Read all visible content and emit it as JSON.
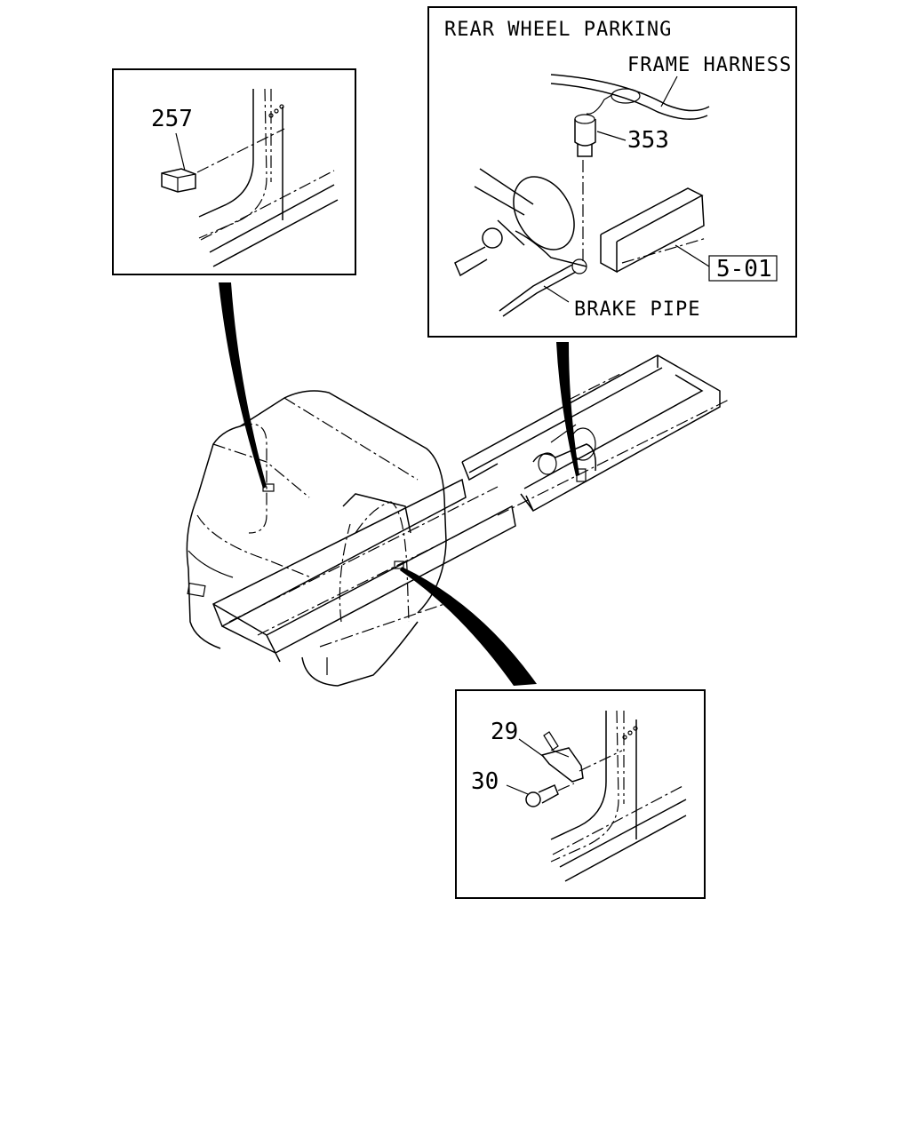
{
  "labels": {
    "rear_wheel_parking": "REAR WHEEL PARKING",
    "frame_harness": "FRAME HARNESS",
    "brake_pipe": "BRAKE PIPE",
    "ref_5_01": "5-01"
  },
  "part_numbers": {
    "p257": "257",
    "p353": "353",
    "p29": "29",
    "p30": "30"
  }
}
